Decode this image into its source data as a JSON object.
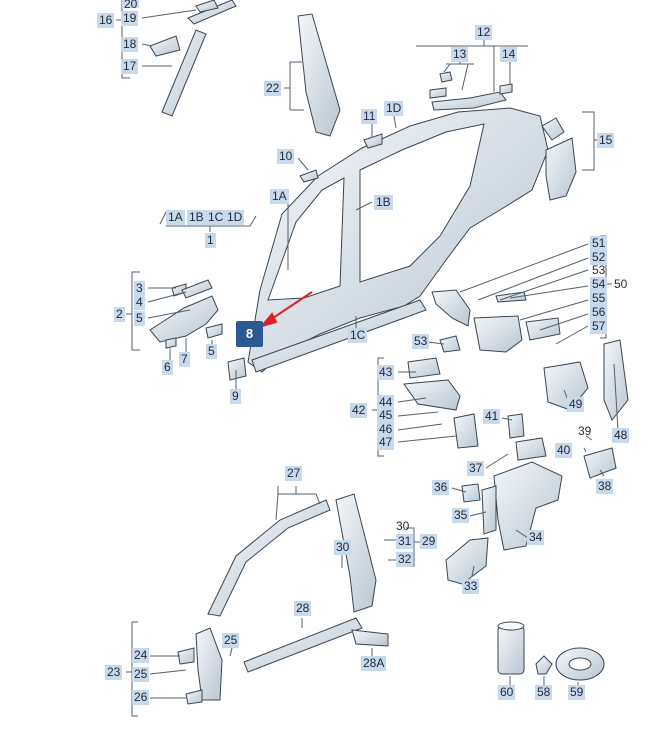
{
  "diagram": {
    "highlight": {
      "number": "8",
      "color": "#2b5a93"
    },
    "labels": {
      "l20": "20",
      "l16": "16",
      "l19": "19",
      "l18": "18",
      "l17": "17",
      "l22": "22",
      "l12": "12",
      "l13": "13",
      "l14": "14",
      "l11": "11",
      "l1D": "1D",
      "l15": "15",
      "l10": "10",
      "l1A": "1A",
      "l1B": "1B",
      "g1A": "1A",
      "g1B": "1B",
      "g1C": "1C",
      "g1D": "1D",
      "l1": "1",
      "l3": "3",
      "l4": "4",
      "l2": "2",
      "l5a": "5",
      "l5b": "5",
      "l6": "6",
      "l7": "7",
      "l9": "9",
      "l1C": "1C",
      "l51": "51",
      "l52": "52",
      "l53a": "53",
      "l54": "54",
      "l50": "50",
      "l55": "55",
      "l56": "56",
      "l57": "57",
      "l53b": "53",
      "l43": "43",
      "l44": "44",
      "l42": "42",
      "l45": "45",
      "l46": "46",
      "l47": "47",
      "l49": "49",
      "l48": "48",
      "l41": "41",
      "l39": "39",
      "l40": "40",
      "l37": "37",
      "l38": "38",
      "l36": "36",
      "l35": "35",
      "l34": "34",
      "l33": "33",
      "l27": "27",
      "l30a": "30",
      "l30b": "30",
      "l31": "31",
      "l29": "29",
      "l32": "32",
      "l28": "28",
      "l28A": "28A",
      "l24": "24",
      "l25a": "25",
      "l23": "23",
      "l25b": "25",
      "l26": "26",
      "l60": "60",
      "l58": "58",
      "l59": "59"
    }
  }
}
